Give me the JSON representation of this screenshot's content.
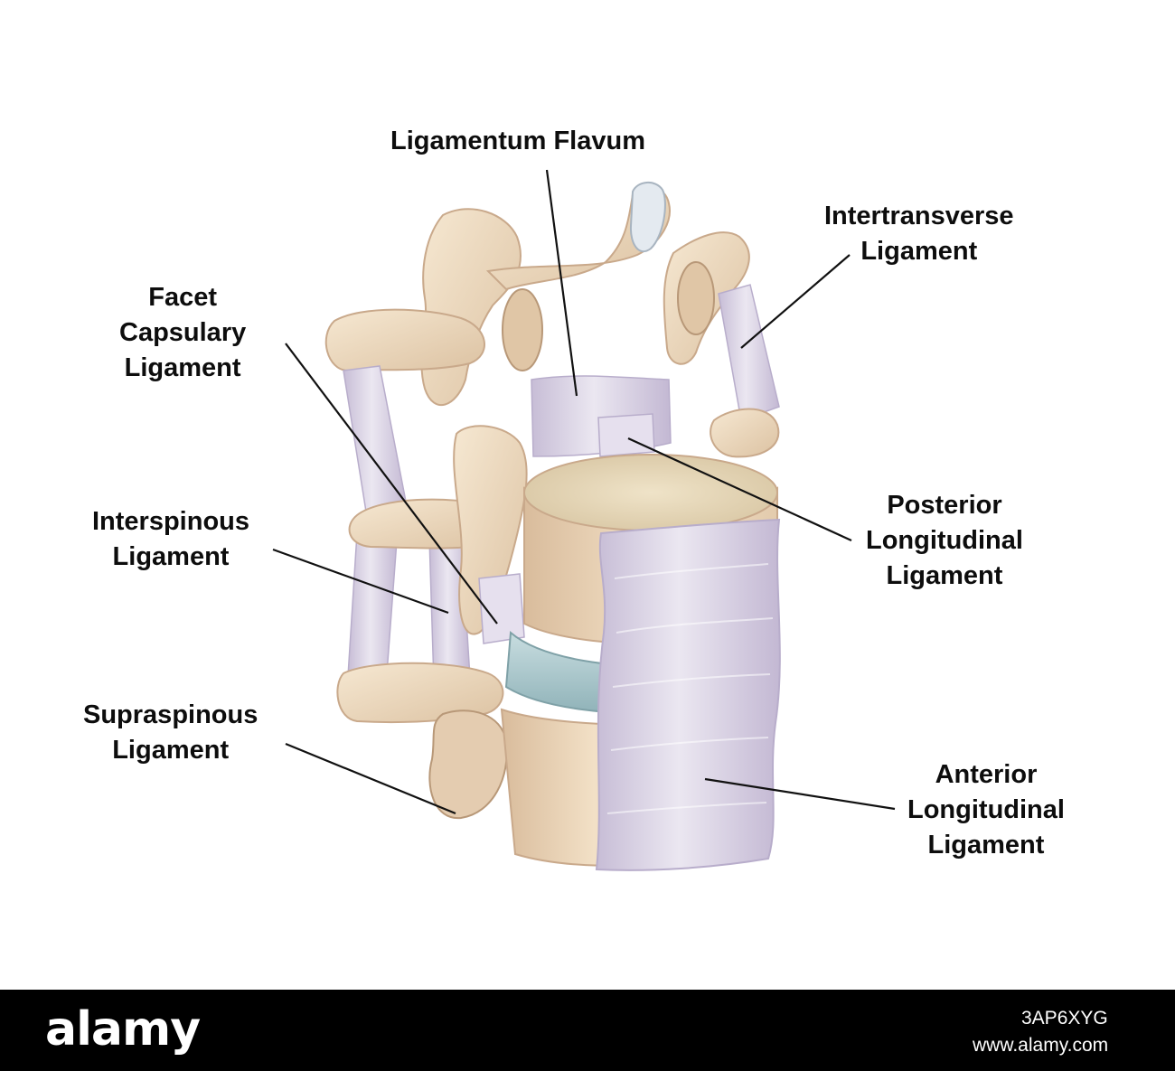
{
  "labels": {
    "ligamentum_flavum": [
      "Ligamentum Flavum"
    ],
    "intertransverse": [
      "Intertransverse",
      "Ligament"
    ],
    "facet_capsular": [
      "Facet",
      "Capsulary",
      "Ligament"
    ],
    "posterior_longitudinal": [
      "Posterior",
      "Longitudinal",
      "Ligament"
    ],
    "interspinous": [
      "Interspinous",
      "Ligament"
    ],
    "supraspinous": [
      "Supraspinous",
      "Ligament"
    ],
    "anterior_longitudinal": [
      "Anterior",
      "Longitudinal",
      "Ligament"
    ]
  },
  "footer": {
    "brand": "alamy",
    "image_code": "3AP6XYG",
    "website": "www.alamy.com"
  },
  "colors": {
    "bone": "#efdcc0",
    "bone_shadow": "#c9a98b",
    "ligament": "#d7d0e2",
    "ligament_shadow": "#b8adcb",
    "disc": "#a9c7cc",
    "leader_line": "#111111"
  }
}
